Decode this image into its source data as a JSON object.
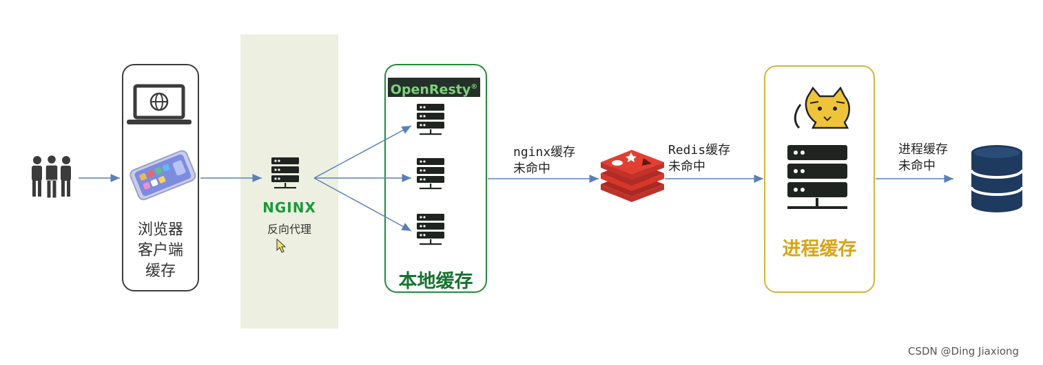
{
  "client": {
    "label_lines": [
      "浏览器",
      "客户端",
      "缓存"
    ]
  },
  "nginx": {
    "logo_text": "NGINX",
    "label": "反向代理"
  },
  "openresty": {
    "logo_text": "OpenResty",
    "logo_mark": "®",
    "label": "本地缓存"
  },
  "edges": {
    "nginx_miss": {
      "line1": "nginx缓存",
      "line2": "未命中"
    },
    "redis_miss": {
      "line1": "Redis缓存",
      "line2": "未命中"
    },
    "process_miss": {
      "line1": "进程缓存",
      "line2": "未命中"
    }
  },
  "jvm": {
    "label": "进程缓存"
  },
  "watermark": "CSDN @Ding Jiaxiong",
  "colors": {
    "openresty_border": "#1f8a3a",
    "jvm_border": "#d3b33a",
    "client_border": "#3a3a3a",
    "arrow": "#5a7fb8",
    "redis": "#d8362b",
    "database": "#1f3a5f",
    "nginx_band": "#edf0e1"
  },
  "icons": [
    "users-icon",
    "laptop-icon",
    "phone-icon",
    "server-icon",
    "redis-icon",
    "tomcat-icon",
    "database-icon",
    "cursor-icon"
  ]
}
